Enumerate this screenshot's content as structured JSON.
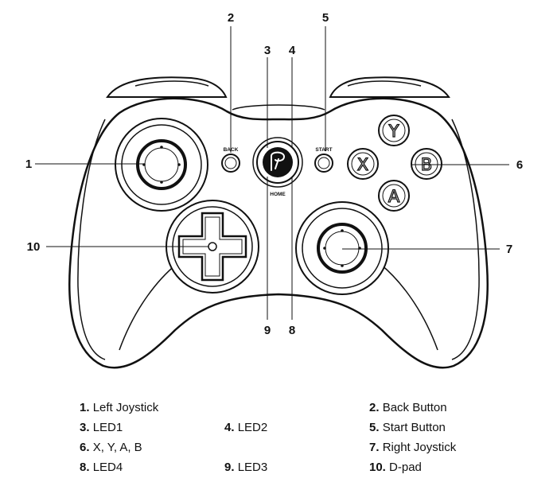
{
  "callouts": [
    "1",
    "2",
    "3",
    "4",
    "5",
    "6",
    "7",
    "8",
    "9",
    "10"
  ],
  "labels": {
    "back": "BACK",
    "start": "START",
    "home": "HOME"
  },
  "face_buttons": {
    "y": "Y",
    "x": "X",
    "b": "B",
    "a": "A"
  },
  "legend": [
    {
      "num": "1.",
      "text": "Left Joystick"
    },
    {
      "num": "2.",
      "text": "Back Button"
    },
    {
      "num": "3.",
      "text": "LED1"
    },
    {
      "num": "4.",
      "text": "LED2"
    },
    {
      "num": "5.",
      "text": "Start Button"
    },
    {
      "num": "6.",
      "text": "X, Y, A, B"
    },
    {
      "num": "7.",
      "text": "Right Joystick"
    },
    {
      "num": "8.",
      "text": "LED4"
    },
    {
      "num": "9.",
      "text": "LED3"
    },
    {
      "num": "10.",
      "text": "D-pad"
    }
  ]
}
